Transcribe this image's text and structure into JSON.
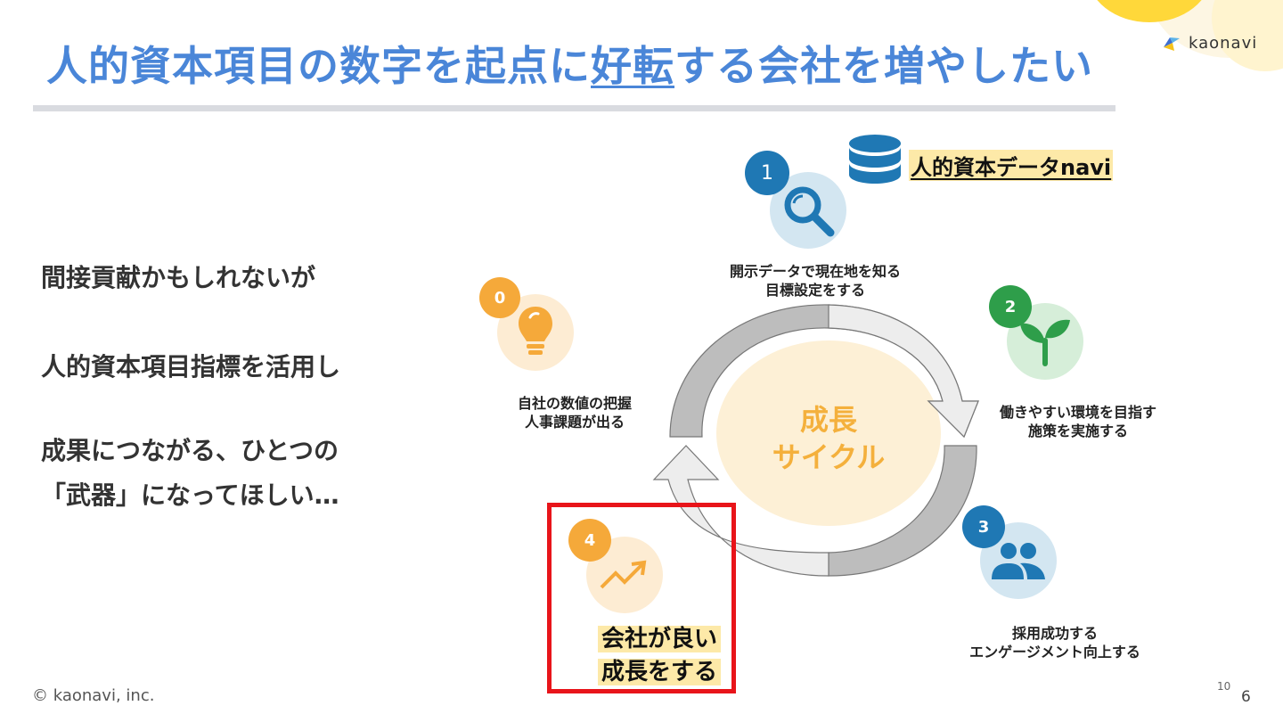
{
  "header": {
    "title_part1": "人的資本項目の数字を起点に",
    "title_underlined": "好転",
    "title_part2": "する会社を増やしたい",
    "logo_text": "kaonavi"
  },
  "message": {
    "lines": [
      "間接貢献かもしれないが",
      "人的資本項目指標を活用し",
      "成果につながる、ひとつの",
      "「武器」になってほしい…"
    ]
  },
  "cycle": {
    "center_line1": "成長",
    "center_line2": "サイクル",
    "data_source_label": "人的資本データnavi",
    "steps": [
      {
        "number": "0",
        "icon": "lightbulb-icon",
        "caption_line1": "自社の数値の把握",
        "caption_line2": "人事課題が出る",
        "badge_color": "#f5a93a",
        "bg_color": "#fdecd3"
      },
      {
        "number": "1",
        "icon": "magnifier-icon",
        "caption_line1": "開示データで現在地を知る",
        "caption_line2": "目標設定をする",
        "badge_color": "#1f78b4",
        "bg_color": "#d3e6f1"
      },
      {
        "number": "2",
        "icon": "sprout-icon",
        "caption_line1": "働きやすい環境を目指す",
        "caption_line2": "施策を実施する",
        "badge_color": "#2e9e4a",
        "bg_color": "#d6eed9"
      },
      {
        "number": "3",
        "icon": "people-icon",
        "caption_line1": "採用成功する",
        "caption_line2": "エンゲージメント向上する",
        "badge_color": "#1f78b4",
        "bg_color": "#d3e6f1"
      },
      {
        "number": "4",
        "icon": "trend-up-icon",
        "caption_line1": "会社が良い",
        "caption_line2": "成長をする",
        "badge_color": "#f5a93a",
        "bg_color": "#fdecd3"
      }
    ]
  },
  "footer": {
    "copyright": "© kaonavi, inc.",
    "small_number": "10",
    "page_number": "6"
  }
}
